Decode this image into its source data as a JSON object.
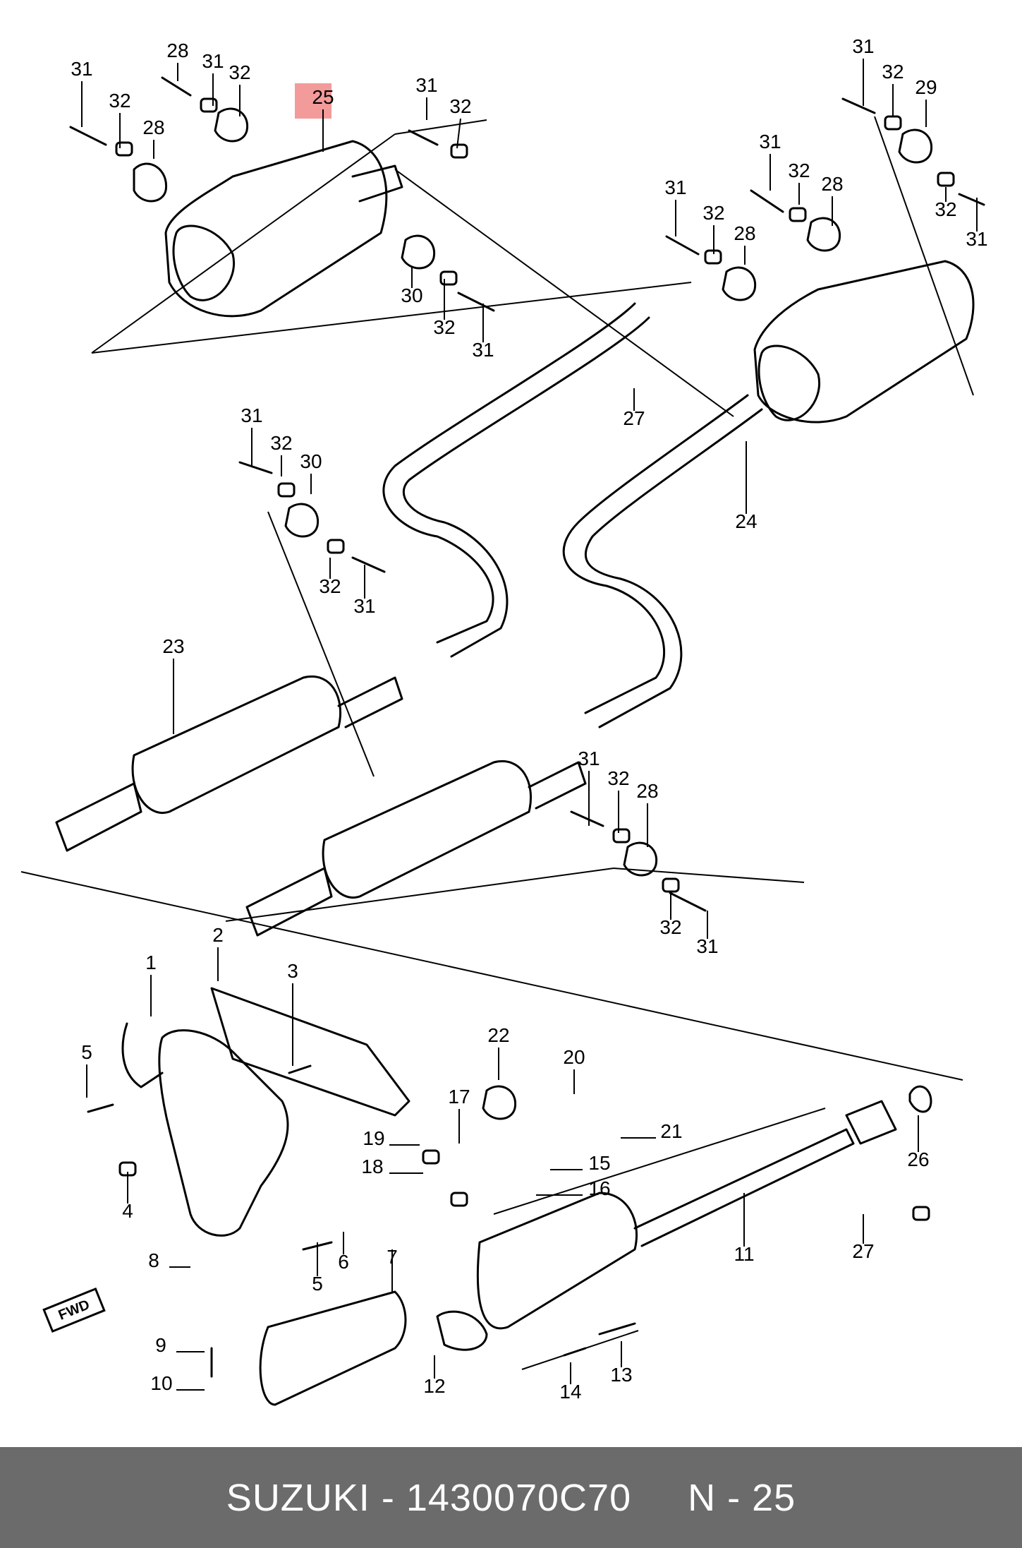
{
  "footer": {
    "brand": "SUZUKI",
    "separator": " - ",
    "part_number": "1430070C70",
    "ref": "N - 25"
  },
  "fwd_label": "FWD",
  "highlighted_callout": "25",
  "callouts": [
    "31",
    "32",
    "28",
    "31",
    "32",
    "28",
    "25",
    "31",
    "32",
    "30",
    "32",
    "31",
    "31",
    "32",
    "29",
    "32",
    "31",
    "31",
    "32",
    "28",
    "31",
    "32",
    "28",
    "27",
    "24",
    "31",
    "32",
    "30",
    "32",
    "31",
    "23",
    "31",
    "32",
    "28",
    "32",
    "31",
    "1",
    "2",
    "3",
    "5",
    "4",
    "22",
    "20",
    "17",
    "19",
    "18",
    "21",
    "15",
    "16",
    "26",
    "27",
    "6",
    "5",
    "8",
    "7",
    "11",
    "9",
    "10",
    "12",
    "14",
    "13"
  ]
}
